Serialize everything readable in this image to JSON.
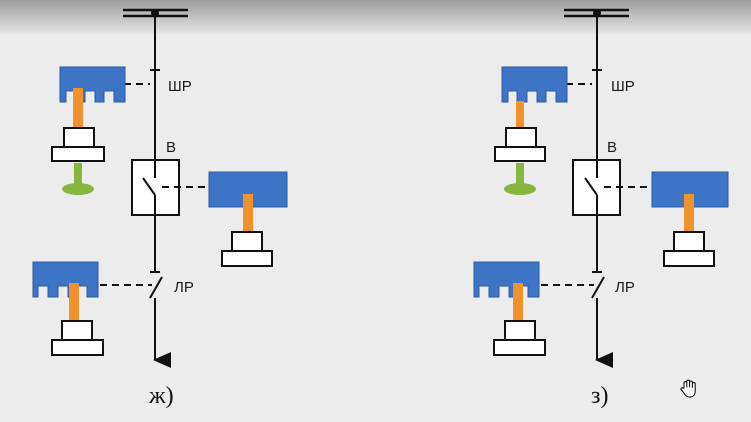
{
  "diagram_left": {
    "caption": "ж)",
    "labels": {
      "disconnector_bus": "ШР",
      "breaker": "В",
      "disconnector_line": "ЛР"
    }
  },
  "diagram_right": {
    "caption": "з)",
    "labels": {
      "disconnector_bus": "ШР",
      "breaker": "В",
      "disconnector_line": "ЛР"
    }
  },
  "icons": {
    "cursor": "hand-cursor-icon"
  },
  "colors": {
    "lock_body": "#3d74c6",
    "lock_key": "#f0922b",
    "grounding_key": "#87b53d",
    "top_band": "#a9a9a9"
  }
}
